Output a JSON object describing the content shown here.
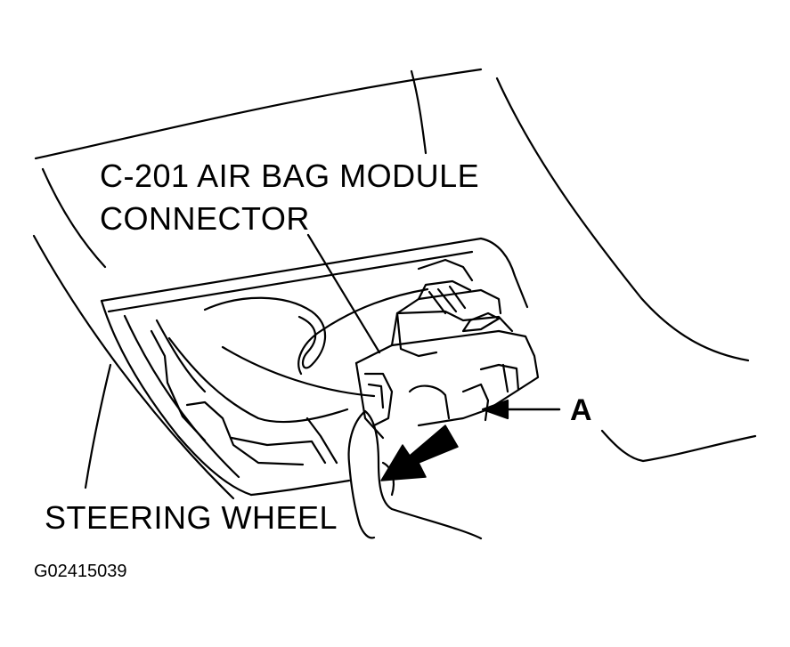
{
  "labels": {
    "connector_line1": "C-201 AIR BAG MODULE",
    "connector_line2": "CONNECTOR",
    "callout_a": "A",
    "steering_wheel": "STEERING WHEEL",
    "figure_id": "G02415039"
  },
  "colors": {
    "ink": "#000000",
    "background": "#ffffff"
  }
}
